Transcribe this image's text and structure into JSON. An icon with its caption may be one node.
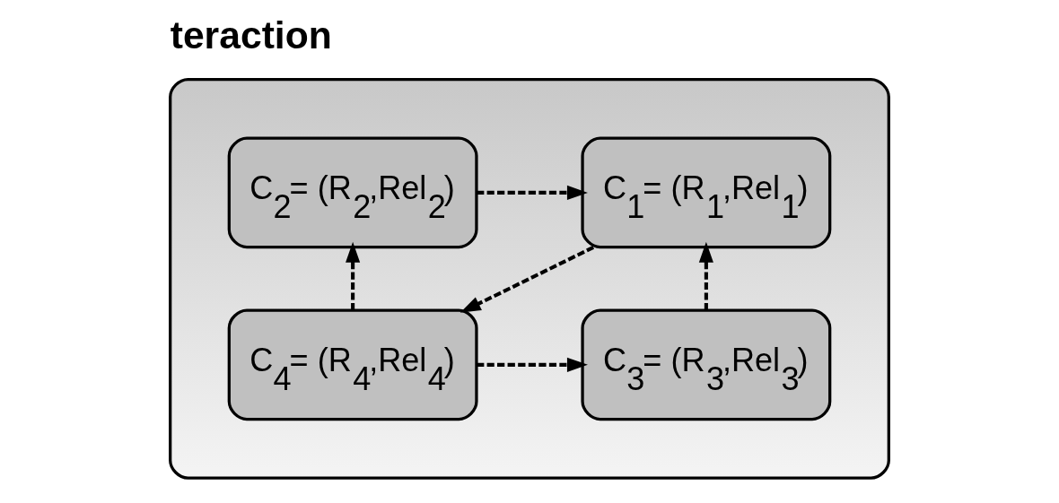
{
  "diagram": {
    "title": "teraction",
    "nodes": [
      {
        "text": [],
        "shape": "cloud"
      },
      {
        "text": [
          "C$_{2}$= (R$_{2}$,Rel$_{2}$)"
        ],
        "in": 0
      },
      {
        "text": [
          "C$_{1}$= (R$_{1}$,Rel$_{1}$)"
        ],
        "in": 0
      },
      {
        "text": [
          "C$_{3}$= (R$_{3}$,Rel$_{3}$)"
        ],
        "in": 0
      },
      {
        "text": [
          "C$_{4}$= (R$_{4}$,Rel$_{4}$)"
        ],
        "in": 0
      }
    ],
    "edges": [
      {
        "from": 1,
        "to": 2,
        "arrow": "to",
        "style": "dashed"
      },
      {
        "from": 3,
        "to": 2,
        "arrow": "to",
        "style": "dashed"
      },
      {
        "from": 4,
        "to": 1,
        "arrow": "to",
        "style": "dashed"
      },
      {
        "from": 2,
        "to": 4,
        "arrow": "to",
        "style": "dashed"
      },
      {
        "from": 4,
        "to": 3,
        "arrow": "to",
        "style": "dashed"
      }
    ]
  }
}
